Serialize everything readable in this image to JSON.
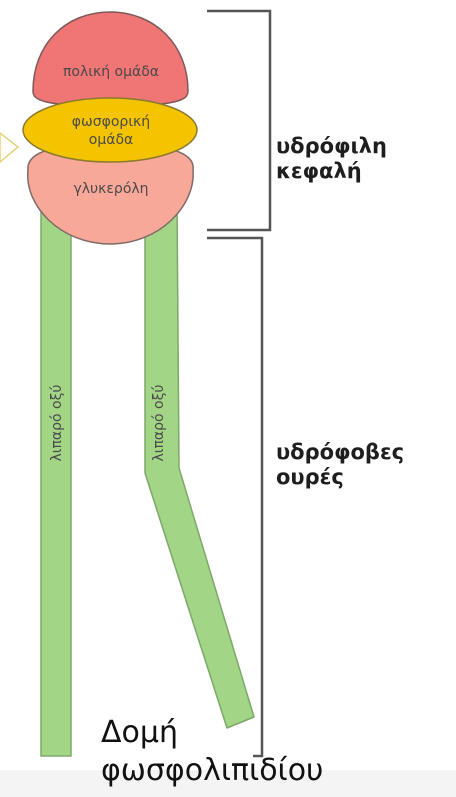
{
  "diagram": {
    "head": {
      "polar_group": "πολική ομάδα",
      "phosphate_group_line1": "φωσφορική",
      "phosphate_group_line2": "ομάδα",
      "glycerol": "γλυκερόλη"
    },
    "tails": {
      "left_tail": "λιπαρό οξύ",
      "right_tail": "λιπαρό οξύ"
    },
    "side_labels": {
      "head_line1": "υδρόφιλη",
      "head_line2": "κεφαλή",
      "tails_line1": "υδρόφοβες",
      "tails_line2": "ουρές"
    },
    "caption_line1": "Δομή",
    "caption_line2": "φωσφολιπιδίου"
  },
  "colors": {
    "polar_group": "#f07575",
    "phosphate_group": "#f5c400",
    "glycerol": "#f8a898",
    "fatty_acid": "#a2d585",
    "outline": "#6f6f6f"
  }
}
